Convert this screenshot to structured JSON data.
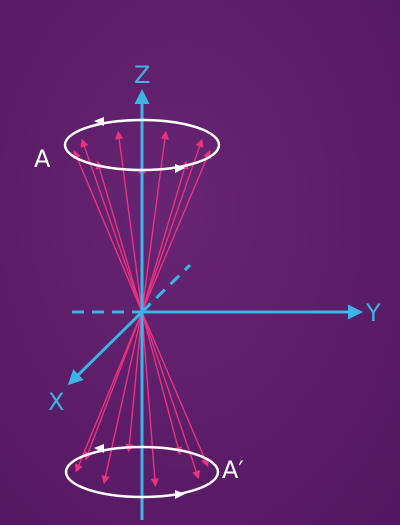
{
  "axes": {
    "z_label": "Z",
    "y_label": "Y",
    "x_label": "X"
  },
  "cones": {
    "upper_label": "A",
    "lower_label": "A′",
    "upper_vector_count": 9,
    "lower_vector_count": 8
  },
  "colors": {
    "background": "#5e1e6a",
    "axis": "#3bb4e6",
    "vector": "#e8337e",
    "ring": "#ffffff"
  }
}
